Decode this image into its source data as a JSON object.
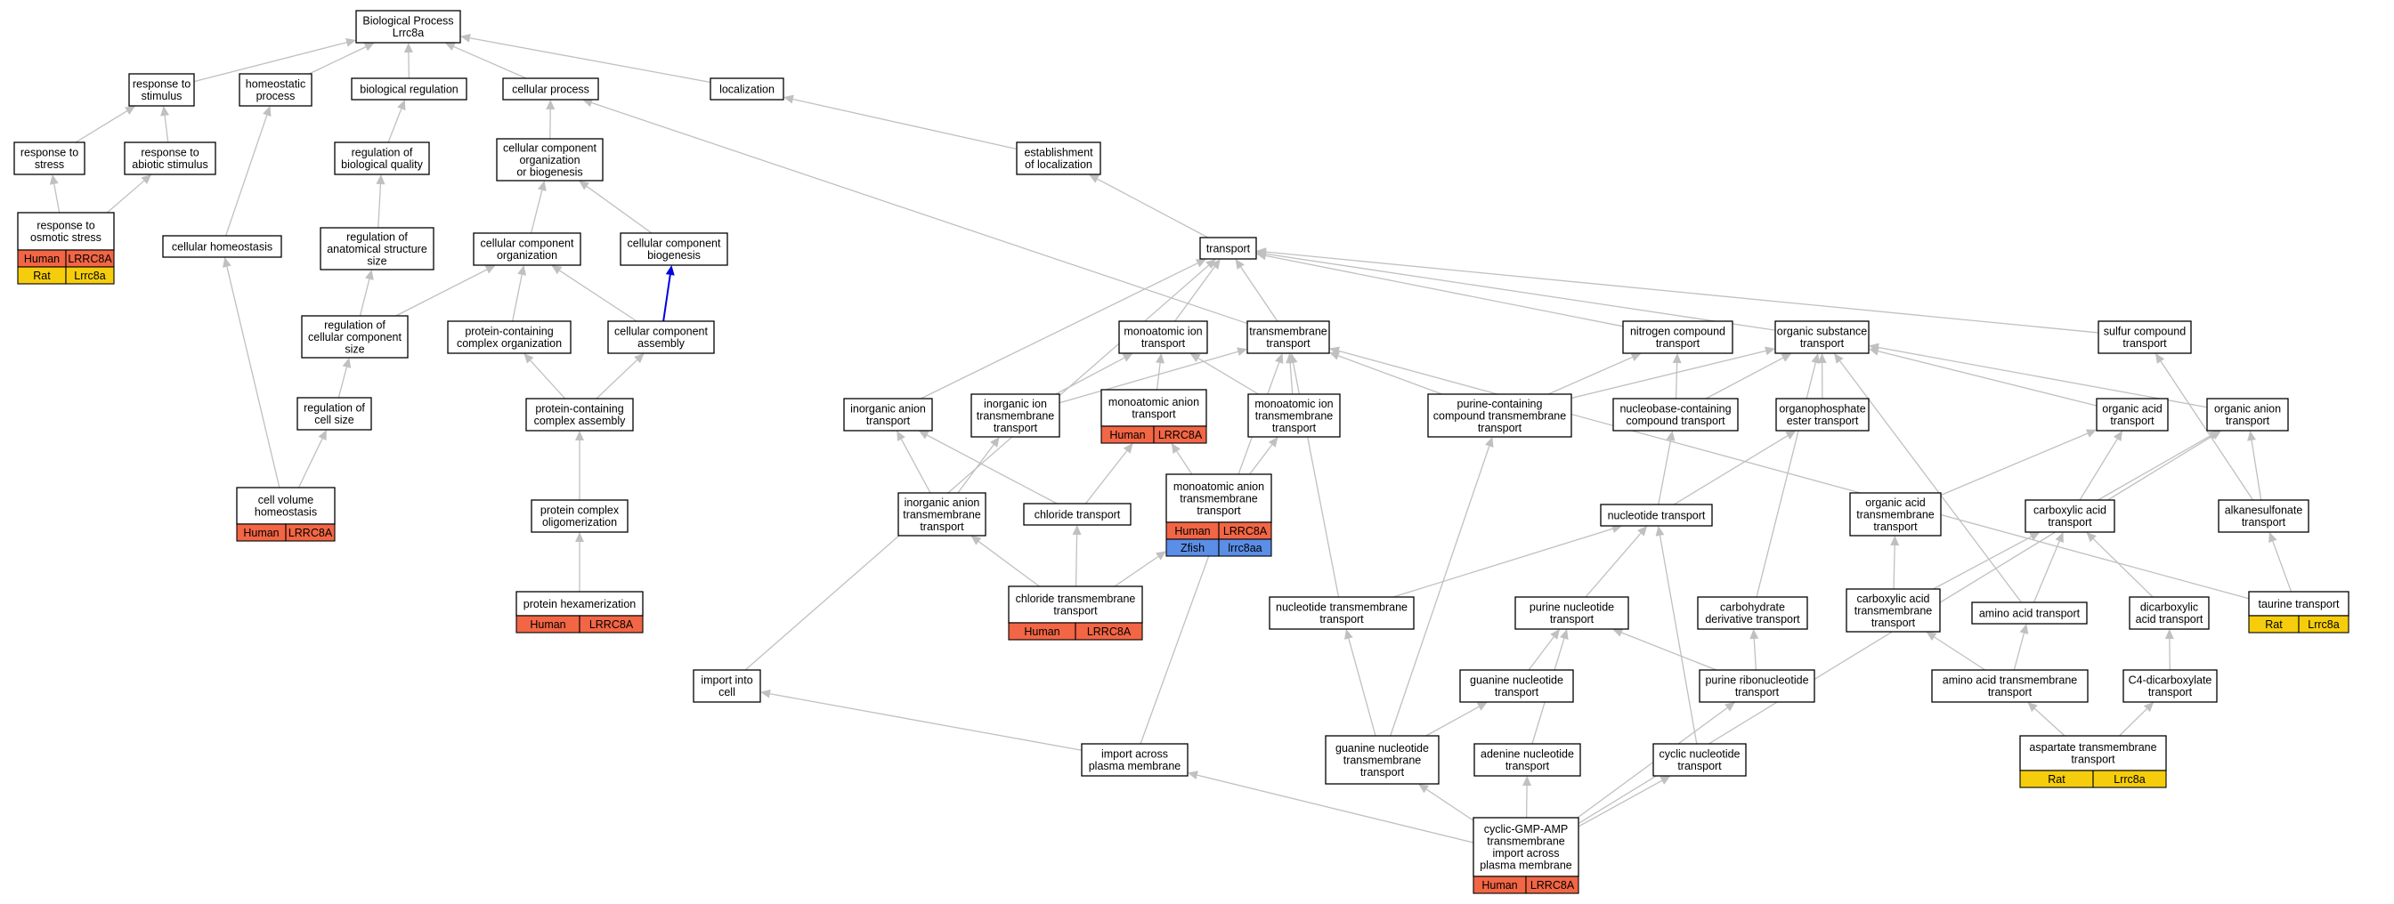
{
  "colors": {
    "human": "#f26645",
    "rat": "#f5cd0d",
    "zfish": "#5b8ee6",
    "edge": "#c0c0c0",
    "edge_highlight": "#0000e0"
  },
  "nodes": [
    {
      "id": "bp",
      "lines": [
        "Biological Process",
        "Lrrc8a"
      ]
    },
    {
      "id": "rts",
      "lines": [
        "response to",
        "stimulus"
      ]
    },
    {
      "id": "hp",
      "lines": [
        "homeostatic",
        "process"
      ]
    },
    {
      "id": "br",
      "lines": [
        "biological regulation"
      ]
    },
    {
      "id": "cp",
      "lines": [
        "cellular process"
      ]
    },
    {
      "id": "loc",
      "lines": [
        "localization"
      ]
    },
    {
      "id": "rtstress",
      "lines": [
        "response to",
        "stress"
      ]
    },
    {
      "id": "rtas",
      "lines": [
        "response to",
        "abiotic stimulus"
      ]
    },
    {
      "id": "rbq",
      "lines": [
        "regulation of",
        "biological quality"
      ]
    },
    {
      "id": "ccob",
      "lines": [
        "cellular component",
        "organization",
        "or biogenesis"
      ]
    },
    {
      "id": "eol",
      "lines": [
        "establishment",
        "of localization"
      ]
    },
    {
      "id": "rtos",
      "lines": [
        "response to",
        "osmotic stress"
      ],
      "annotations": [
        [
          {
            "label": "Human",
            "species": "human"
          },
          {
            "label": "LRRC8A",
            "species": "human"
          }
        ],
        [
          {
            "label": "Rat",
            "species": "rat"
          },
          {
            "label": "Lrrc8a",
            "species": "rat"
          }
        ]
      ]
    },
    {
      "id": "ch",
      "lines": [
        "cellular homeostasis"
      ]
    },
    {
      "id": "rass",
      "lines": [
        "regulation of",
        "anatomical structure",
        "size"
      ]
    },
    {
      "id": "cco",
      "lines": [
        "cellular component",
        "organization"
      ]
    },
    {
      "id": "ccb",
      "lines": [
        "cellular component",
        "biogenesis"
      ]
    },
    {
      "id": "tr",
      "lines": [
        "transport"
      ]
    },
    {
      "id": "rccs",
      "lines": [
        "regulation of",
        "cellular component",
        "size"
      ]
    },
    {
      "id": "pcco",
      "lines": [
        "protein-containing",
        "complex organization"
      ]
    },
    {
      "id": "cca",
      "lines": [
        "cellular component",
        "assembly"
      ]
    },
    {
      "id": "mit",
      "lines": [
        "monoatomic ion",
        "transport"
      ]
    },
    {
      "id": "tmt",
      "lines": [
        "transmembrane",
        "transport"
      ]
    },
    {
      "id": "nct",
      "lines": [
        "nitrogen compound",
        "transport"
      ]
    },
    {
      "id": "ost",
      "lines": [
        "organic substance",
        "transport"
      ]
    },
    {
      "id": "sct",
      "lines": [
        "sulfur compound",
        "transport"
      ]
    },
    {
      "id": "rcs",
      "lines": [
        "regulation of",
        "cell size"
      ]
    },
    {
      "id": "pcca",
      "lines": [
        "protein-containing",
        "complex assembly"
      ]
    },
    {
      "id": "iat",
      "lines": [
        "inorganic anion",
        "transport"
      ]
    },
    {
      "id": "iit",
      "lines": [
        "inorganic ion",
        "transmembrane",
        "transport"
      ]
    },
    {
      "id": "mat",
      "lines": [
        "monoatomic anion",
        "transport"
      ],
      "annotations": [
        [
          {
            "label": "Human",
            "species": "human"
          },
          {
            "label": "LRRC8A",
            "species": "human"
          }
        ]
      ]
    },
    {
      "id": "mitt",
      "lines": [
        "monoatomic ion",
        "transmembrane",
        "transport"
      ]
    },
    {
      "id": "pctt",
      "lines": [
        "purine-containing",
        "compound transmembrane",
        "transport"
      ]
    },
    {
      "id": "nbct",
      "lines": [
        "nucleobase-containing",
        "compound transport"
      ]
    },
    {
      "id": "opet",
      "lines": [
        "organophosphate",
        "ester transport"
      ]
    },
    {
      "id": "oact",
      "lines": [
        "organic acid",
        "transport"
      ]
    },
    {
      "id": "oant",
      "lines": [
        "organic anion",
        "transport"
      ]
    },
    {
      "id": "cvh",
      "lines": [
        "cell volume",
        "homeostasis"
      ],
      "annotations": [
        [
          {
            "label": "Human",
            "species": "human"
          },
          {
            "label": "LRRC8A",
            "species": "human"
          }
        ]
      ]
    },
    {
      "id": "pco",
      "lines": [
        "protein complex",
        "oligomerization"
      ]
    },
    {
      "id": "iatt",
      "lines": [
        "inorganic anion",
        "transmembrane",
        "transport"
      ]
    },
    {
      "id": "clt",
      "lines": [
        "chloride transport"
      ]
    },
    {
      "id": "matt",
      "lines": [
        "monoatomic anion",
        "transmembrane",
        "transport"
      ],
      "annotations": [
        [
          {
            "label": "Human",
            "species": "human"
          },
          {
            "label": "LRRC8A",
            "species": "human"
          }
        ],
        [
          {
            "label": "Zfish",
            "species": "zfish"
          },
          {
            "label": "lrrc8aa",
            "species": "zfish"
          }
        ]
      ]
    },
    {
      "id": "nt",
      "lines": [
        "nucleotide transport"
      ]
    },
    {
      "id": "oatt",
      "lines": [
        "organic acid",
        "transmembrane",
        "transport"
      ]
    },
    {
      "id": "cat",
      "lines": [
        "carboxylic acid",
        "transport"
      ]
    },
    {
      "id": "ast",
      "lines": [
        "alkanesulfonate",
        "transport"
      ]
    },
    {
      "id": "ph",
      "lines": [
        "protein hexamerization"
      ],
      "annotations": [
        [
          {
            "label": "Human",
            "species": "human"
          },
          {
            "label": "LRRC8A",
            "species": "human"
          }
        ]
      ]
    },
    {
      "id": "cltt",
      "lines": [
        "chloride transmembrane",
        "transport"
      ],
      "annotations": [
        [
          {
            "label": "Human",
            "species": "human"
          },
          {
            "label": "LRRC8A",
            "species": "human"
          }
        ]
      ]
    },
    {
      "id": "ntt",
      "lines": [
        "nucleotide transmembrane",
        "transport"
      ]
    },
    {
      "id": "pnt",
      "lines": [
        "purine nucleotide",
        "transport"
      ]
    },
    {
      "id": "cdt",
      "lines": [
        "carbohydrate",
        "derivative transport"
      ]
    },
    {
      "id": "catt",
      "lines": [
        "carboxylic acid",
        "transmembrane",
        "transport"
      ]
    },
    {
      "id": "aat",
      "lines": [
        "amino acid transport"
      ]
    },
    {
      "id": "dat",
      "lines": [
        "dicarboxylic",
        "acid transport"
      ]
    },
    {
      "id": "taut",
      "lines": [
        "taurine transport"
      ],
      "annotations": [
        [
          {
            "label": "Rat",
            "species": "rat"
          },
          {
            "label": "Lrrc8a",
            "species": "rat"
          }
        ]
      ]
    },
    {
      "id": "iic",
      "lines": [
        "import into",
        "cell"
      ]
    },
    {
      "id": "gnt",
      "lines": [
        "guanine nucleotide",
        "transport"
      ]
    },
    {
      "id": "prnt",
      "lines": [
        "purine ribonucleotide",
        "transport"
      ]
    },
    {
      "id": "aatt",
      "lines": [
        "amino acid transmembrane",
        "transport"
      ]
    },
    {
      "id": "c4t",
      "lines": [
        "C4-dicarboxylate",
        "transport"
      ]
    },
    {
      "id": "iapm",
      "lines": [
        "import across",
        "plasma membrane"
      ]
    },
    {
      "id": "gntt",
      "lines": [
        "guanine nucleotide",
        "transmembrane",
        "transport"
      ]
    },
    {
      "id": "ant",
      "lines": [
        "adenine nucleotide",
        "transport"
      ]
    },
    {
      "id": "cnt",
      "lines": [
        "cyclic nucleotide",
        "transport"
      ]
    },
    {
      "id": "astt",
      "lines": [
        "aspartate transmembrane",
        "transport"
      ],
      "annotations": [
        [
          {
            "label": "Rat",
            "species": "rat"
          },
          {
            "label": "Lrrc8a",
            "species": "rat"
          }
        ]
      ]
    },
    {
      "id": "cgamp",
      "lines": [
        "cyclic-GMP-AMP",
        "transmembrane",
        "import across",
        "plasma membrane"
      ],
      "annotations": [
        [
          {
            "label": "Human",
            "species": "human"
          },
          {
            "label": "LRRC8A",
            "species": "human"
          }
        ]
      ]
    }
  ],
  "edges": [
    [
      "rts",
      "bp"
    ],
    [
      "hp",
      "bp"
    ],
    [
      "br",
      "bp"
    ],
    [
      "cp",
      "bp"
    ],
    [
      "loc",
      "bp"
    ],
    [
      "rtstress",
      "rts"
    ],
    [
      "rtas",
      "rts"
    ],
    [
      "rtos",
      "rtstress"
    ],
    [
      "rtos",
      "rtas"
    ],
    [
      "rbq",
      "br"
    ],
    [
      "rass",
      "rbq"
    ],
    [
      "rccs",
      "rass"
    ],
    [
      "rcs",
      "rccs"
    ],
    [
      "cvh",
      "rcs"
    ],
    [
      "ch",
      "hp"
    ],
    [
      "cvh",
      "ch"
    ],
    [
      "ccob",
      "cp"
    ],
    [
      "cco",
      "ccob"
    ],
    [
      "ccb",
      "ccob"
    ],
    [
      "rccs",
      "cco"
    ],
    [
      "pcco",
      "cco"
    ],
    [
      "cca",
      "cco"
    ],
    [
      "cca",
      "ccb",
      1
    ],
    [
      "pcca",
      "pcco"
    ],
    [
      "pcca",
      "cca"
    ],
    [
      "pco",
      "pcca"
    ],
    [
      "ph",
      "pco"
    ],
    [
      "eol",
      "loc"
    ],
    [
      "tr",
      "eol"
    ],
    [
      "tmt",
      "cp"
    ],
    [
      "mit",
      "tr"
    ],
    [
      "tmt",
      "tr"
    ],
    [
      "nct",
      "tr"
    ],
    [
      "ost",
      "tr"
    ],
    [
      "sct",
      "tr"
    ],
    [
      "iat",
      "tr"
    ],
    [
      "iic",
      "tr"
    ],
    [
      "iit",
      "mit"
    ],
    [
      "mat",
      "mit"
    ],
    [
      "mitt",
      "mit"
    ],
    [
      "mitt",
      "tmt"
    ],
    [
      "iit",
      "tmt"
    ],
    [
      "pctt",
      "tmt"
    ],
    [
      "pctt",
      "nct"
    ],
    [
      "pctt",
      "ost"
    ],
    [
      "nbct",
      "nct"
    ],
    [
      "nbct",
      "ost"
    ],
    [
      "opet",
      "ost"
    ],
    [
      "oact",
      "ost"
    ],
    [
      "oant",
      "ost"
    ],
    [
      "iatt",
      "iat"
    ],
    [
      "clt",
      "iat"
    ],
    [
      "iatt",
      "iit"
    ],
    [
      "matt",
      "mat"
    ],
    [
      "matt",
      "mitt"
    ],
    [
      "clt",
      "mat"
    ],
    [
      "cltt",
      "iatt"
    ],
    [
      "cltt",
      "clt"
    ],
    [
      "cltt",
      "matt"
    ],
    [
      "nt",
      "nbct"
    ],
    [
      "nt",
      "opet"
    ],
    [
      "oatt",
      "oact"
    ],
    [
      "cat",
      "oact"
    ],
    [
      "cat",
      "oant"
    ],
    [
      "ast",
      "oant"
    ],
    [
      "ast",
      "sct"
    ],
    [
      "ntt",
      "nt"
    ],
    [
      "pnt",
      "nt"
    ],
    [
      "ntt",
      "tmt"
    ],
    [
      "cdt",
      "ost"
    ],
    [
      "catt",
      "oatt"
    ],
    [
      "catt",
      "cat"
    ],
    [
      "aat",
      "cat"
    ],
    [
      "dat",
      "cat"
    ],
    [
      "taut",
      "ast"
    ],
    [
      "taut",
      "tmt"
    ],
    [
      "aat",
      "ost"
    ],
    [
      "gnt",
      "pnt"
    ],
    [
      "prnt",
      "pnt"
    ],
    [
      "prnt",
      "cdt"
    ],
    [
      "aatt",
      "catt"
    ],
    [
      "aatt",
      "aat"
    ],
    [
      "c4t",
      "dat"
    ],
    [
      "iapm",
      "iic"
    ],
    [
      "iapm",
      "tmt"
    ],
    [
      "gntt",
      "ntt"
    ],
    [
      "gntt",
      "gnt"
    ],
    [
      "gntt",
      "pctt"
    ],
    [
      "ant",
      "pnt"
    ],
    [
      "cnt",
      "nt"
    ],
    [
      "astt",
      "aatt"
    ],
    [
      "astt",
      "c4t"
    ],
    [
      "cgamp",
      "iapm"
    ],
    [
      "cgamp",
      "gntt"
    ],
    [
      "cgamp",
      "ant"
    ],
    [
      "cgamp",
      "cnt"
    ],
    [
      "cgamp",
      "prnt"
    ],
    [
      "cgamp",
      "oant"
    ]
  ]
}
